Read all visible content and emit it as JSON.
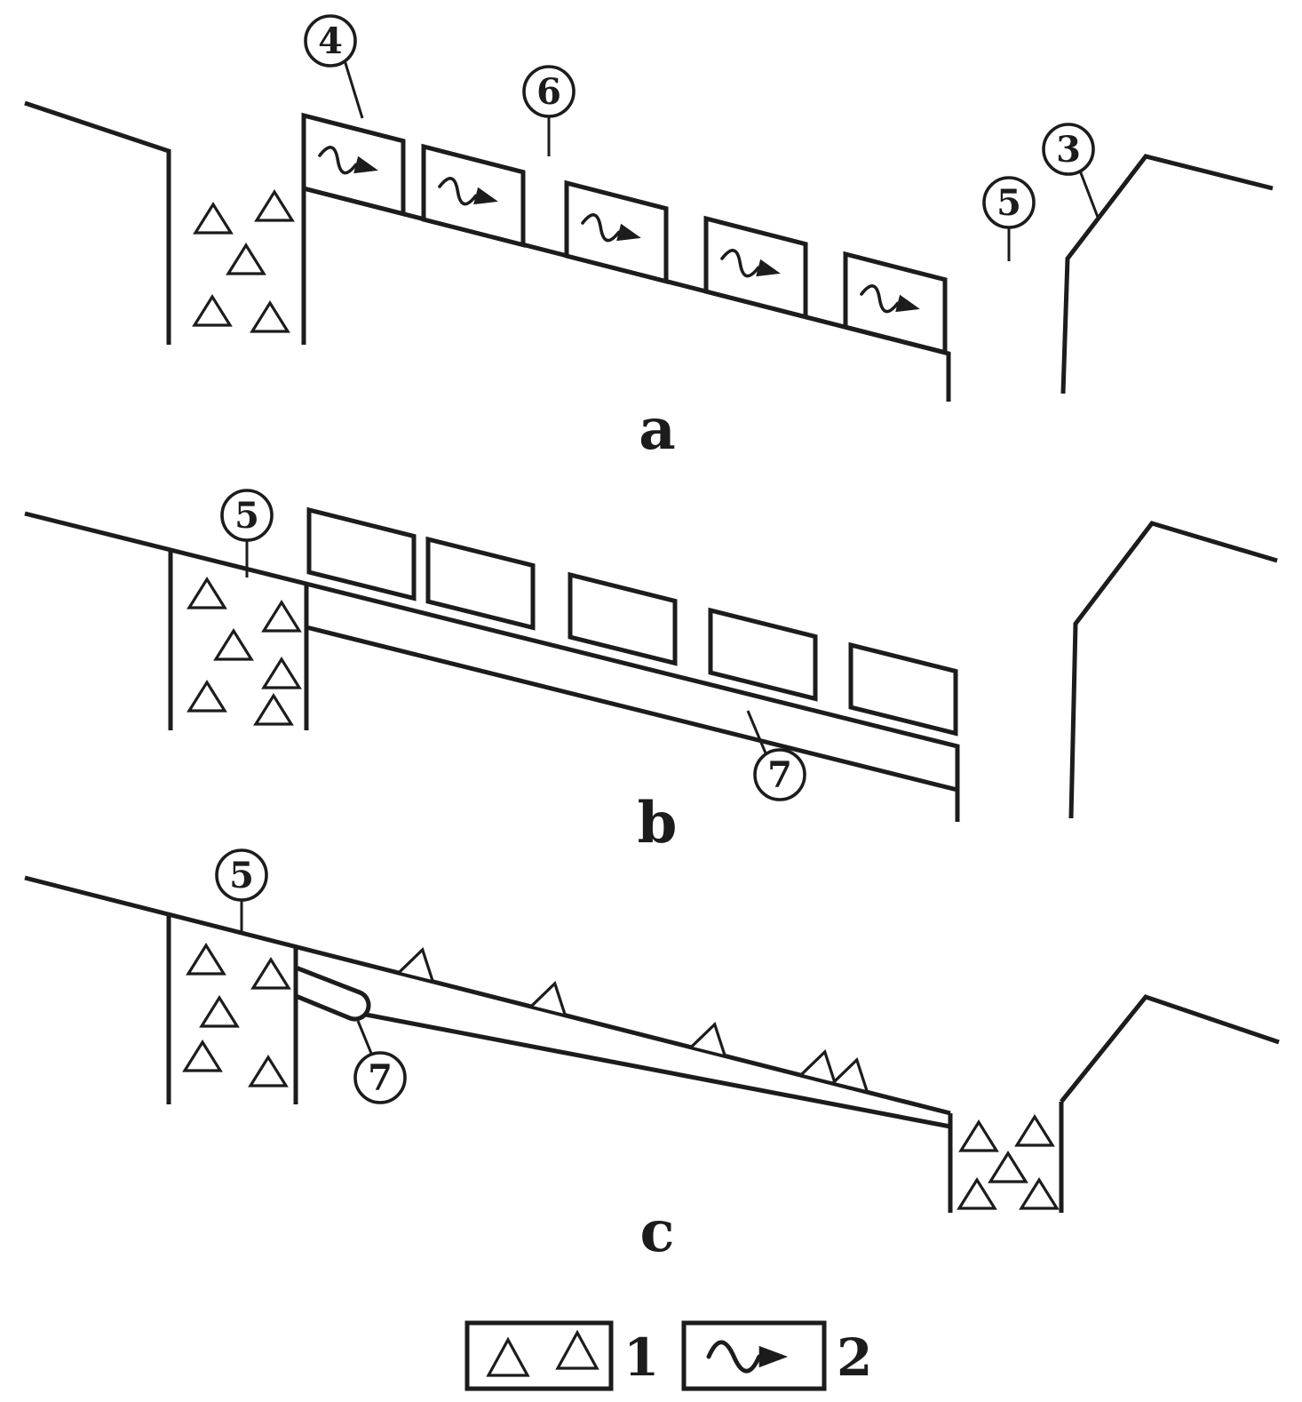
{
  "figure": {
    "type": "schematic-diagram",
    "background": "#ffffff",
    "stroke_color": "#1c1c1c",
    "panels": {
      "a": {
        "label": "a",
        "callouts": {
          "c4": "4",
          "c6": "6",
          "c5": "5",
          "c3": "3"
        }
      },
      "b": {
        "label": "b",
        "callouts": {
          "c5": "5",
          "c7": "7"
        }
      },
      "c": {
        "label": "c",
        "callouts": {
          "c5": "5",
          "c7": "7"
        }
      }
    },
    "legend": {
      "items": [
        {
          "id": "coarse-material",
          "symbol": "triangle-symbol",
          "label": "1"
        },
        {
          "id": "seepage-flow",
          "symbol": "wavy-arrow-symbol",
          "label": "2"
        }
      ]
    }
  }
}
